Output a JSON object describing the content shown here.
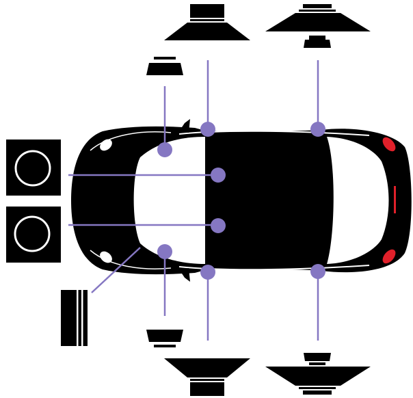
{
  "diagram": {
    "kind": "car speaker placement",
    "colors": {
      "background": "#ffffff",
      "body": "#000000",
      "accent_line": "#8577c2",
      "marker": "#8577c2",
      "tail_light": "#e0202a",
      "highlight": "#ffffff"
    },
    "components": [
      {
        "id": "subwoofer-upper",
        "icon": "subwoofer-box-icon",
        "target": "center-front-marker"
      },
      {
        "id": "subwoofer-lower",
        "icon": "subwoofer-box-icon",
        "target": "center-rear-marker"
      },
      {
        "id": "amplifier",
        "icon": "amplifier-icon",
        "target": "dashboard"
      },
      {
        "id": "tweeter-left",
        "icon": "tweeter-icon",
        "target": "left-dash-marker"
      },
      {
        "id": "tweeter-right",
        "icon": "tweeter-icon",
        "target": "right-dash-marker"
      },
      {
        "id": "front-door-speaker-left",
        "icon": "door-speaker-icon",
        "target": "left-front-door-marker"
      },
      {
        "id": "front-door-speaker-right",
        "icon": "door-speaker-icon",
        "target": "right-front-door-marker"
      },
      {
        "id": "rear-speaker-left",
        "icon": "coaxial-speaker-icon",
        "target": "left-rear-door-marker"
      },
      {
        "id": "rear-speaker-right",
        "icon": "coaxial-speaker-icon",
        "target": "right-rear-door-marker"
      }
    ]
  }
}
